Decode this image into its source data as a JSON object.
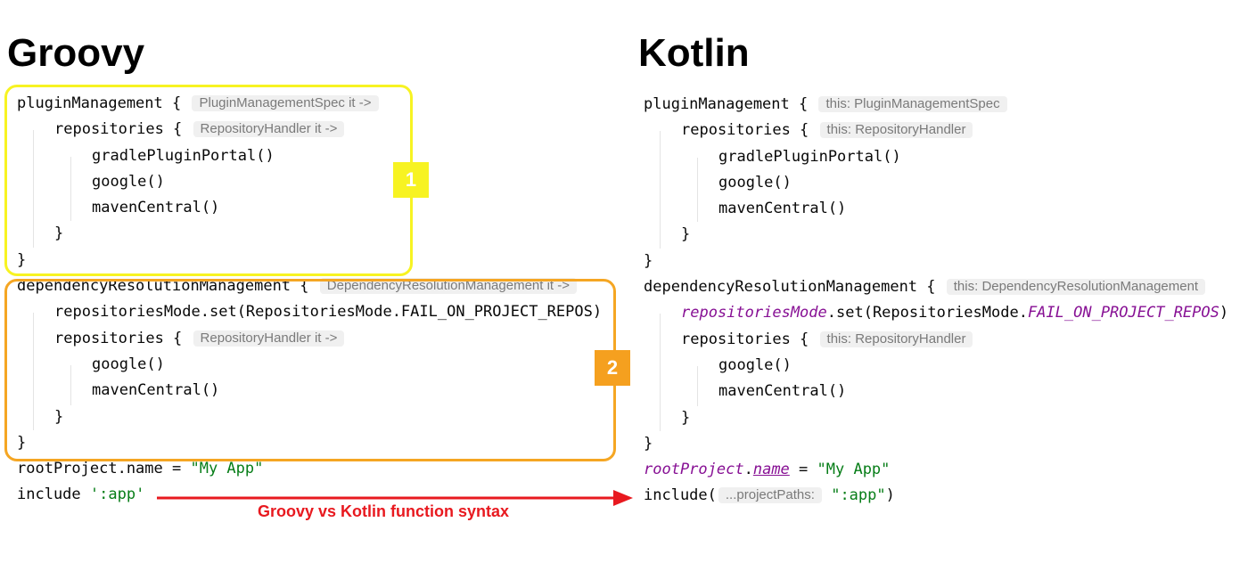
{
  "groovy": {
    "heading": "Groovy",
    "lines": [
      {
        "code": "pluginManagement {",
        "hint": "PluginManagementSpec it ->"
      },
      {
        "code": "repositories {",
        "hint": "RepositoryHandler it ->"
      },
      {
        "code": "gradlePluginPortal()"
      },
      {
        "code": "google()"
      },
      {
        "code": "mavenCentral()"
      },
      {
        "code": "}"
      },
      {
        "code": "}"
      },
      {
        "code": "dependencyResolutionManagement {",
        "hint": "DependencyResolutionManagement it ->"
      },
      {
        "code": "repositoriesMode.set(RepositoriesMode.FAIL_ON_PROJECT_REPOS)"
      },
      {
        "code": "repositories {",
        "hint": "RepositoryHandler it ->"
      },
      {
        "code": "google()"
      },
      {
        "code": "mavenCentral()"
      },
      {
        "code": "}"
      },
      {
        "code": "}"
      },
      {
        "code": "rootProject.name = ",
        "string": "\"My App\""
      },
      {
        "code": "include ",
        "string": "':app'"
      }
    ]
  },
  "kotlin": {
    "heading": "Kotlin",
    "lines": [
      {
        "code": "pluginManagement {",
        "hint": "this: PluginManagementSpec"
      },
      {
        "code": "repositories {",
        "hint": "this: RepositoryHandler"
      },
      {
        "code": "gradlePluginPortal()"
      },
      {
        "code": "google()"
      },
      {
        "code": "mavenCentral()"
      },
      {
        "code": "}"
      },
      {
        "code": "}"
      },
      {
        "code": "dependencyResolutionManagement {",
        "hint": "this: DependencyResolutionManagement"
      },
      {
        "prop1": "repositoriesMode",
        "code": ".set(RepositoriesMode.",
        "prop2": "FAIL_ON_PROJECT_REPOS",
        "code_end": ")"
      },
      {
        "code": "repositories {",
        "hint": "this: RepositoryHandler"
      },
      {
        "code": "google()"
      },
      {
        "code": "mavenCentral()"
      },
      {
        "code": "}"
      },
      {
        "code": "}"
      },
      {
        "prop1": "rootProject",
        "code": ".",
        "prop_u": "name",
        "code_end": " = ",
        "string": "\"My App\""
      },
      {
        "code": "include(",
        "hint": "...projectPaths:",
        "string": "\":app\"",
        "code_end": ")"
      }
    ]
  },
  "callouts": [
    {
      "label": "1",
      "color": "#f7f322"
    },
    {
      "label": "2",
      "color": "#f5a01f"
    }
  ],
  "arrow": {
    "label": "Groovy vs Kotlin function syntax",
    "color": "#e8191f"
  }
}
